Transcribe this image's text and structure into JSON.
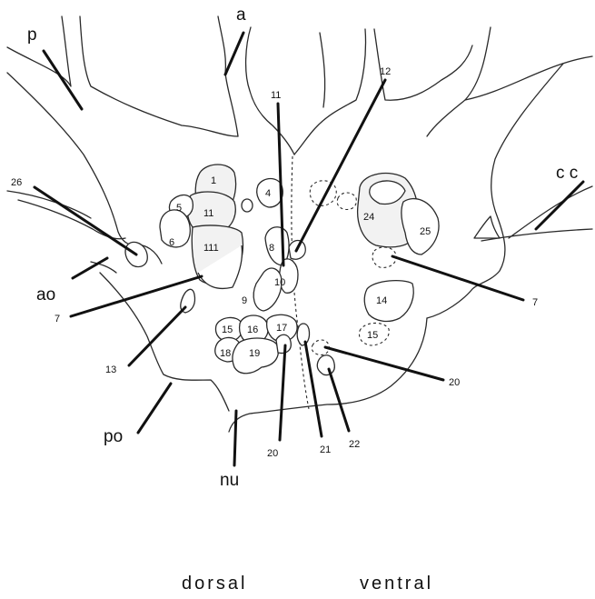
{
  "labels": {
    "p": "p",
    "a": "a",
    "cc": "c c",
    "ao": "ao",
    "po": "po",
    "nu": "nu",
    "n11_top": "11",
    "n12": "12",
    "n26": "26",
    "n7_left": "7",
    "n7_right": "7",
    "n13": "13",
    "n20_right": "20",
    "n20_bottom": "20",
    "n21": "21",
    "n22": "22",
    "n1": "1",
    "n4": "4",
    "n5": "5",
    "n11_in": "11",
    "n6": "6",
    "n111": "111",
    "n8": "8",
    "n10": "10",
    "n9": "9",
    "n24": "24",
    "n25": "25",
    "n14": "14",
    "n15_right": "15",
    "n15_left": "15",
    "n16": "16",
    "n17": "17",
    "n18": "18",
    "n19": "19"
  },
  "footer": {
    "dorsal": "dorsal",
    "ventral": "ventral"
  }
}
